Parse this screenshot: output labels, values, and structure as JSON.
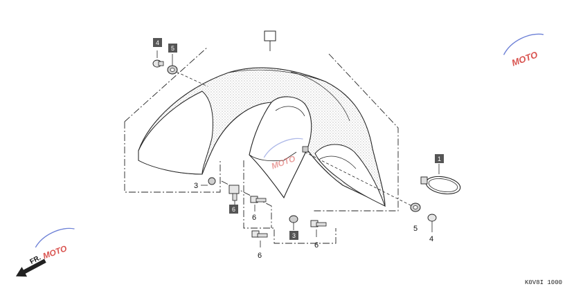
{
  "diagram": {
    "main_ref_box": "",
    "boxed_callouts": [
      {
        "id": "box-4",
        "text": "4"
      },
      {
        "id": "box-5",
        "text": "5"
      },
      {
        "id": "box-1",
        "text": "1"
      },
      {
        "id": "box-6",
        "text": "6"
      },
      {
        "id": "box-3",
        "text": "3"
      }
    ],
    "plain_callouts": [
      {
        "id": "num-3",
        "text": "3"
      },
      {
        "id": "num-6a",
        "text": "6"
      },
      {
        "id": "num-6b",
        "text": "6"
      },
      {
        "id": "num-6c",
        "text": "6"
      },
      {
        "id": "num-5",
        "text": "5"
      },
      {
        "id": "num-4",
        "text": "4"
      }
    ],
    "direction_label": "FR.",
    "diagram_code": "K0V8I 1000",
    "watermark": "MOTO"
  },
  "colors": {
    "box_fill": "#555555",
    "line": "#222222",
    "watermark": "#d9534f"
  }
}
